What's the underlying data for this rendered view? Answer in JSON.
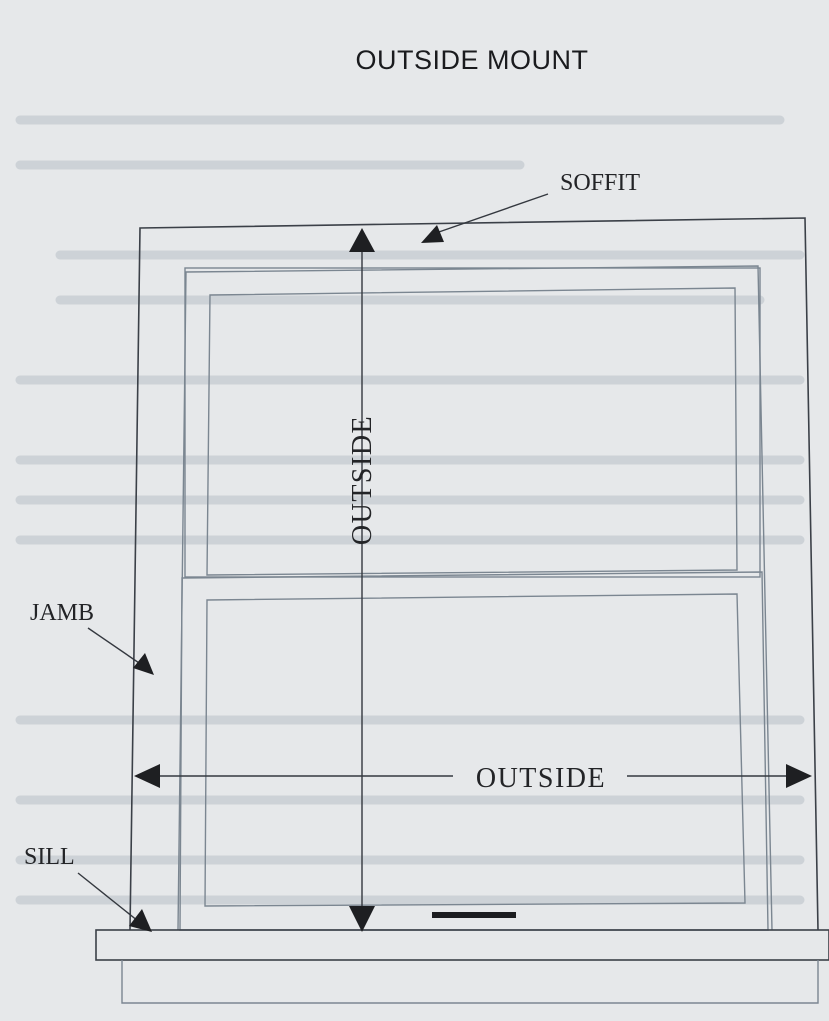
{
  "title": "OUTSIDE MOUNT",
  "labels": {
    "soffit": "SOFFIT",
    "jamb": "JAMB",
    "sill": "SILL",
    "vertical_measure": "OUTSIDE",
    "horizontal_measure": "OUTSIDE"
  },
  "colors": {
    "background": "#e6e8ea",
    "ink": "#1e1f22",
    "frame_lines": "#7b8691"
  }
}
